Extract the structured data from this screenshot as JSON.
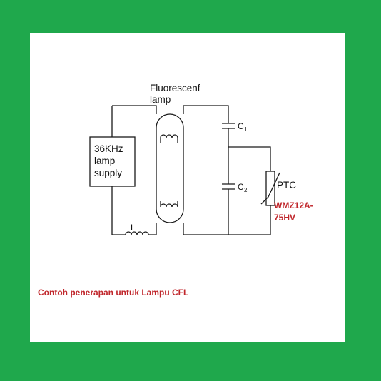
{
  "colors": {
    "background": "#1fa84c",
    "card": "#ffffff",
    "wire": "#1a1a1a",
    "caption": "#c0262b"
  },
  "diagram": {
    "lamp_title_line1": "Fluorescenf",
    "lamp_title_line2": "lamp",
    "supply_line1": "36KHz",
    "supply_line2": "lamp",
    "supply_line3": "supply",
    "inductor_label": "L",
    "cap1_label": "C",
    "cap1_sub": "1",
    "cap2_label": "C",
    "cap2_sub": "2",
    "ptc_label": "PTC",
    "part_line1": "WMZ12A-",
    "part_line2": "75HV"
  },
  "caption": "Contoh penerapan untuk Lampu CFL"
}
